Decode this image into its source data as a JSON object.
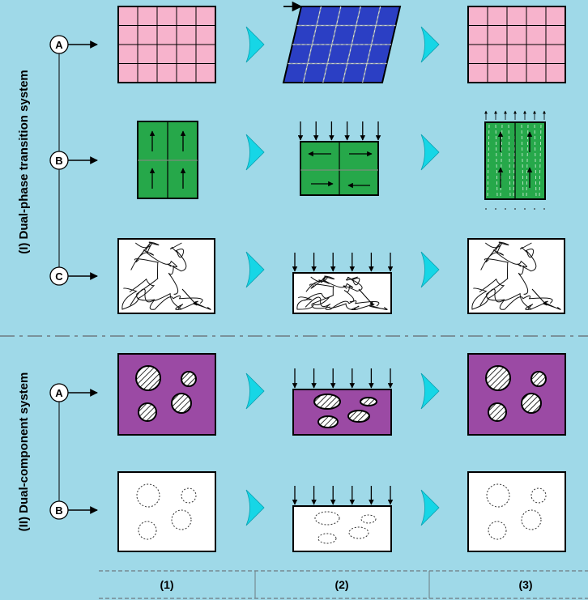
{
  "sections": [
    {
      "label": "(I) Dual-phase transition system",
      "rows": [
        "A",
        "B",
        "C"
      ]
    },
    {
      "label": "(II) Dual-component system",
      "rows": [
        "A",
        "B"
      ]
    }
  ],
  "columns": [
    "(1)",
    "(2)",
    "(3)"
  ],
  "colors": {
    "background": "#9fd9e8",
    "grid_pink": "#f7b3cc",
    "grid_blue": "#2b3fc4",
    "green": "#26a84a",
    "purple": "#9b4aa4",
    "chevron": "#16d6e6"
  }
}
